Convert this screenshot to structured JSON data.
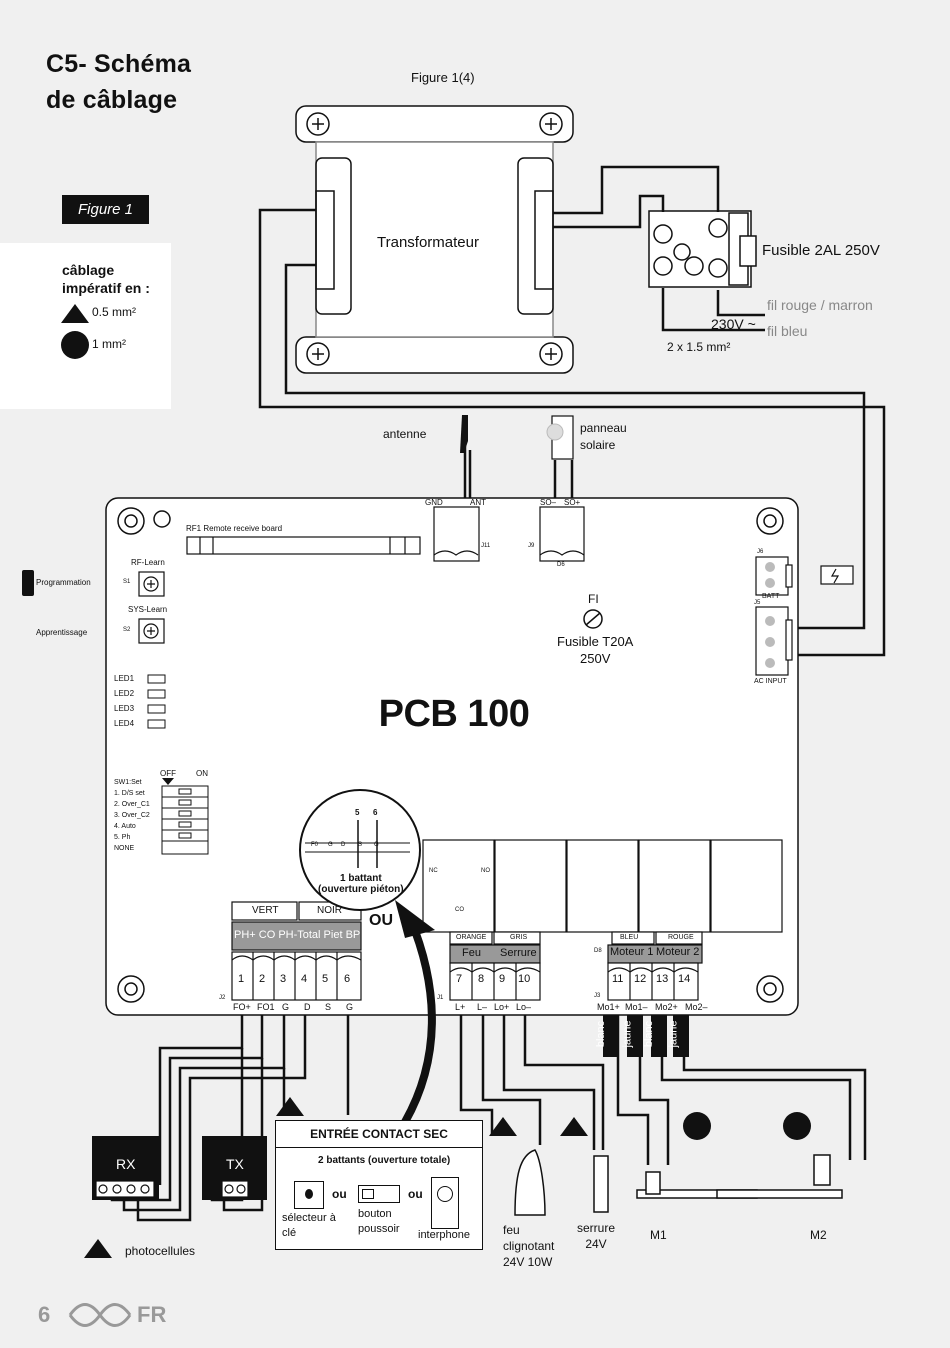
{
  "header": {
    "title_line1": "C5- Schéma",
    "title_line2": "de câblage",
    "figure_ref": "Figure 1(4)",
    "figure_badge": "Figure 1"
  },
  "legend": {
    "heading": "câblage impératif en :",
    "item_triangle": "0.5 mm²",
    "item_circle": "1 mm²"
  },
  "transformer": {
    "label": "Transformateur"
  },
  "power": {
    "fuse": "Fusible 2AL 250V",
    "wire_red": "fil rouge / marron",
    "voltage": "230V ~",
    "wire_blue": "fil bleu",
    "section": "2 x 1.5 mm²"
  },
  "top_inputs": {
    "antenna": "antenne",
    "solar": "panneau solaire",
    "gnd": "GND",
    "ant": "ANT",
    "so_minus": "SO–",
    "so_plus": "SO+",
    "j11": "J11",
    "j9": "J9",
    "d6": "D6"
  },
  "board": {
    "title": "PCB 100",
    "rf1": "RF1  Remote receive board",
    "rf_learn": "RF-Learn",
    "s1": "S1",
    "sys_learn": "SYS-Learn",
    "s2": "S2",
    "programming": "Programmation",
    "learning": "Apprentissage",
    "leds": [
      "LED1",
      "LED2",
      "LED3",
      "LED4"
    ],
    "sw_off": "OFF",
    "sw_on": "ON",
    "sw_items": [
      "SW1:Set",
      "1. D/S set",
      "2. Over_C1",
      "3. Over_C2",
      "4. Auto",
      "5. Ph",
      "NONE"
    ],
    "fi": "FI",
    "fuse_main_1": "Fusible T20A",
    "fuse_main_2": "250V",
    "batt": "BATT",
    "ac_input": "AC INPUT",
    "j6": "J6",
    "j5": "J5"
  },
  "pedestrian": {
    "num5": "5",
    "num6": "6",
    "line1": "1 battant",
    "line2": "(ouverture piéton)",
    "ou": "OU",
    "pins": [
      "F0",
      "G",
      "D",
      "S",
      "G"
    ]
  },
  "terminals_left": {
    "vert": "VERT",
    "noir": "NOIR",
    "funcs": "PH+ CO  PH-Total Piet  BP",
    "nums": [
      "1",
      "2",
      "3",
      "4",
      "5",
      "6"
    ],
    "pins": [
      "FO+",
      "FO1",
      "G",
      "D",
      "S",
      "G"
    ],
    "j2": "J2"
  },
  "terminals_mid": {
    "orange": "ORANGE",
    "gris": "GRIS",
    "feu": "Feu",
    "serrure": "Serrure",
    "nums": [
      "7",
      "8",
      "9",
      "10"
    ],
    "pins": [
      "L+",
      "L–",
      "Lo+",
      "Lo–"
    ],
    "j1": "J1"
  },
  "terminals_right": {
    "bleu": "BLEU",
    "rouge": "ROUGE",
    "moteur1": "Moteur 1",
    "moteur2": "Moteur 2",
    "nums": [
      "11",
      "12",
      "13",
      "14"
    ],
    "pins": [
      "Mo1+",
      "Mo1–",
      "Mo2+",
      "Mo2–"
    ],
    "j3": "J3",
    "d8": "D8",
    "wires": [
      "blanc",
      "jaune",
      "blanc",
      "jaune"
    ]
  },
  "relays": {
    "nc": "NC",
    "no": "NO",
    "co": "CO"
  },
  "contact": {
    "header": "ENTRÉE CONTACT SEC",
    "sub": "2 battants (ouverture totale)",
    "key": "sélecteur à clé",
    "ou1": "ou",
    "push": "bouton poussoir",
    "ou2": "ou",
    "intercom": "interphone"
  },
  "devices": {
    "rx": "RX",
    "tx": "TX",
    "photocells": "photocellules",
    "flasher1": "feu",
    "flasher2": "clignotant",
    "flasher3": "24V 10W",
    "lock1": "serrure",
    "lock2": "24V",
    "m1": "M1",
    "m2": "M2"
  },
  "footer": {
    "page": "6",
    "lang": "FR"
  }
}
